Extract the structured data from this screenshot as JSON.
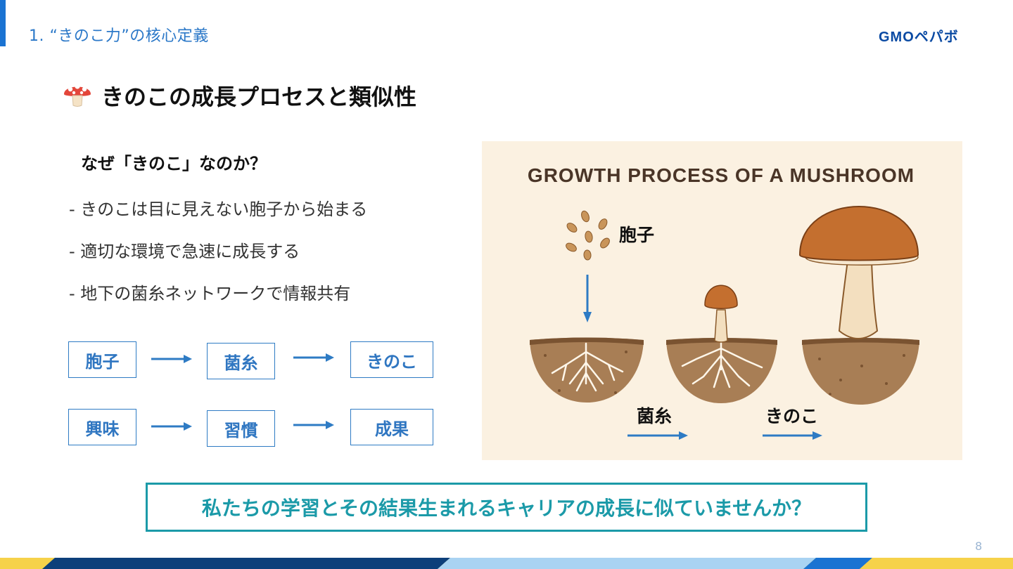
{
  "header": {
    "section_title": "1. “きのこ力”の核心定義",
    "logo_text": "GMOペパボ"
  },
  "heading": {
    "icon": "mushroom-icon",
    "text": "きのこの成長プロセスと類似性"
  },
  "left": {
    "why_title": "なぜ「きのこ」なのか？",
    "bullets": [
      "- きのこは目に見えない胞子から始まる",
      "- 適切な環境で急速に成長する",
      "- 地下の菌糸ネットワークで情報共有"
    ],
    "flow_rows": [
      [
        "胞子",
        "菌糸",
        "きのこ"
      ],
      [
        "興味",
        "習慣",
        "成果"
      ]
    ]
  },
  "illustration": {
    "title": "GROWTH PROCESS OF A MUSHROOM",
    "labels": {
      "spores": "胞子",
      "mycelium": "菌糸",
      "mushroom": "きのこ"
    }
  },
  "question": "私たちの学習とその結果生まれるキャリアの成長に似ていませんか？",
  "page_number": "8",
  "colors": {
    "accent": "#1a73d2",
    "flow_blue": "#2e7bc4",
    "teal": "#1b9aa8",
    "illustration_bg": "#fbf1e1"
  }
}
